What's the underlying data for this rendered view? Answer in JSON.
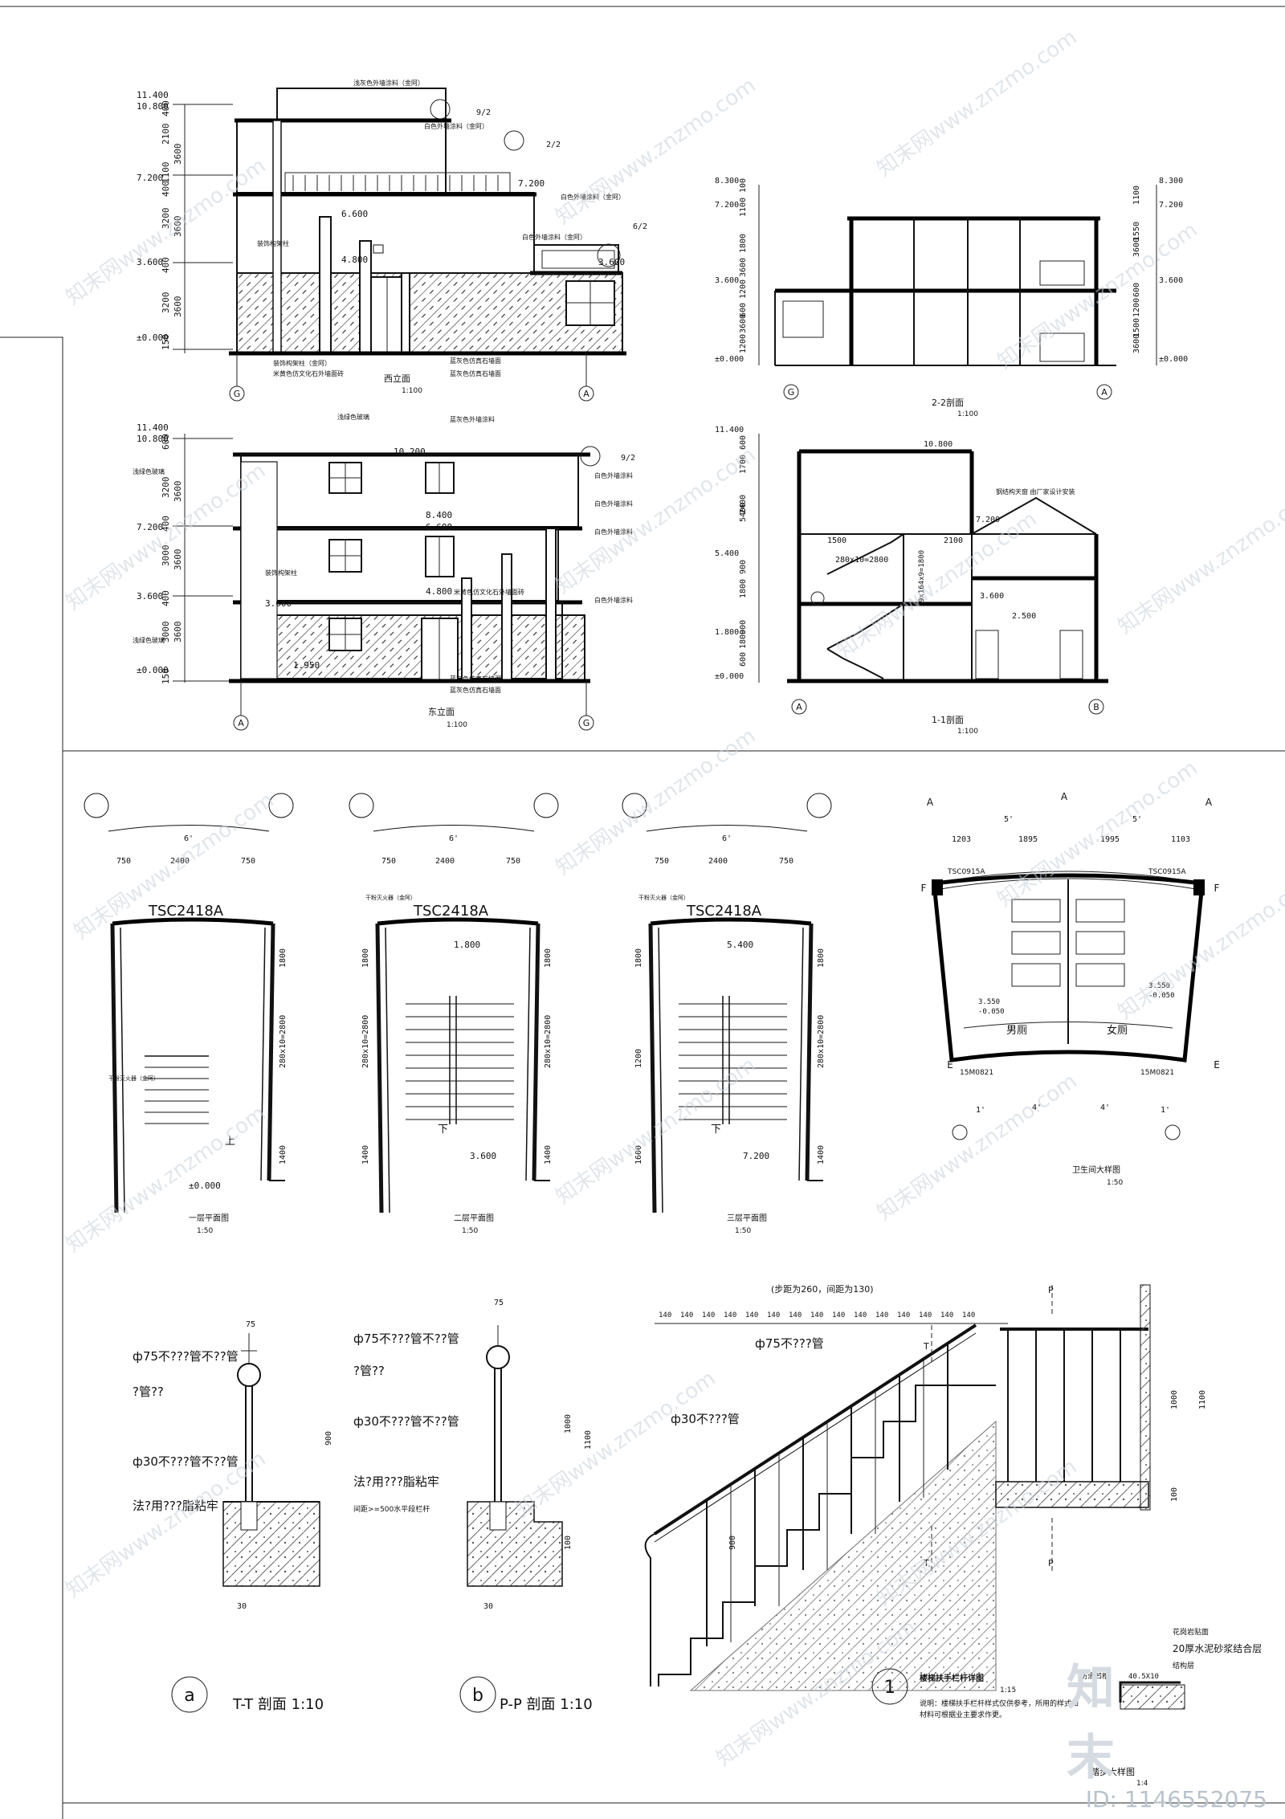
{
  "elevations": {
    "west": {
      "title": "西立面",
      "scale": "1:100",
      "axis_left": "G",
      "axis_right": "A",
      "levels": [
        "11.400",
        "10.800",
        "7.200",
        "3.600",
        "±0.000"
      ],
      "dims": [
        "400",
        "2100",
        "3600",
        "1100",
        "400",
        "3200",
        "3600",
        "400",
        "3200",
        "3600",
        "150"
      ],
      "marks": [
        "6.600",
        "4.800",
        "7.200",
        "3.600"
      ],
      "notes": [
        "浅灰色外墙涂料（金阿）",
        "白色外墙涂料（金阿）",
        "白色外墙涂料（金阿）",
        "装饰构架柱",
        "白色外墙涂料（金阿）",
        "装饰构架柱（金阿）",
        "米黄色仿文化石外墙面砖",
        "蓝灰色仿真石墙面",
        "蓝灰色仿真石墙面"
      ],
      "callouts": [
        "9/2",
        "2/2",
        "6/2"
      ]
    },
    "east": {
      "title": "东立面",
      "scale": "1:100",
      "axis_left": "A",
      "axis_right": "G",
      "levels": [
        "11.400",
        "10.800",
        "7.200",
        "3.600",
        "±0.000"
      ],
      "dims": [
        "600",
        "3200",
        "3600",
        "400",
        "3000",
        "3600",
        "400",
        "3000",
        "3600",
        "150"
      ],
      "marks": [
        "10.200",
        "8.400",
        "6.600",
        "4.800",
        "3.600",
        "1.950"
      ],
      "notes": [
        "浅绿色玻璃",
        "蓝灰色外墙涂料",
        "白色外墙涂料",
        "浅绿色玻璃",
        "白色外墙涂料",
        "白色外墙涂料",
        "装饰构架柱",
        "米黄色仿文化石外墙面砖",
        "白色外墙涂料",
        "浅绿色玻璃",
        "蓝灰色仿真石墙面",
        "蓝灰色仿真石墙面"
      ],
      "callouts": [
        "9/2"
      ]
    }
  },
  "sections": {
    "s22": {
      "title": "2-2剖面",
      "scale": "1:100",
      "axis_left": "G",
      "axis_right": "A",
      "levels": [
        "8.300",
        "7.200",
        "3.600",
        "±0.000"
      ],
      "dims_left": [
        "100",
        "1100",
        "1800",
        "3600",
        "1200",
        "600",
        "3600",
        "1200"
      ],
      "dims_right": [
        "1100",
        "1550",
        "3600",
        "600",
        "1200",
        "1500",
        "3600"
      ]
    },
    "s11": {
      "title": "1-1剖面",
      "scale": "1:100",
      "axis_left": "A",
      "axis_right": "B",
      "levels": [
        "11.400",
        "5.400",
        "1.800",
        "±0.000"
      ],
      "dims_left": [
        "600",
        "1700",
        "2400",
        "5400",
        "900",
        "1800",
        "900",
        "1800",
        "600"
      ],
      "marks": [
        "10.800",
        "7.200",
        "3.600",
        "2.500"
      ],
      "note": "钢结构天窗 由厂家设计安装",
      "stair": [
        "280x10=2800",
        "1500",
        "2100",
        "9x164x9=1800"
      ]
    }
  },
  "stair_plans": [
    {
      "title": "一层平面图",
      "scale": "1:50",
      "window": "TSC2418A",
      "top": [
        "6'",
        "750",
        "2400",
        "750"
      ],
      "level": "±0.000",
      "labels": [
        "上",
        "干粉灭火器（金阿）"
      ],
      "dims": [
        "1800",
        "280x10=2800",
        "1400"
      ]
    },
    {
      "title": "二层平面图",
      "scale": "1:50",
      "window": "TSC2418A",
      "top": [
        "6'",
        "750",
        "2400",
        "750"
      ],
      "level": "1.800",
      "level2": "3.600",
      "labels": [
        "下",
        "干粉灭火器（金阿）"
      ],
      "dims": [
        "1800",
        "280x10=2800",
        "1400",
        "1800",
        "280x10=2800",
        "1400"
      ]
    },
    {
      "title": "三层平面图",
      "scale": "1:50",
      "window": "TSC2418A",
      "top": [
        "6'",
        "750",
        "2400",
        "750"
      ],
      "level": "5.400",
      "level2": "7.200",
      "labels": [
        "下",
        "干粉灭火器（金阿）"
      ],
      "dims": [
        "1800",
        "280x10=2800",
        "1400",
        "1800",
        "1200",
        "1600",
        "1400"
      ]
    }
  ],
  "toilet_plan": {
    "title": "卫生间大样图",
    "scale": "1:50",
    "top": [
      "5'",
      "5'",
      "1203",
      "1895",
      "1995",
      "1103"
    ],
    "windows": [
      "TSC0915A",
      "TSC0915A"
    ],
    "doors": [
      "15M0821",
      "15M0821"
    ],
    "rooms": [
      "男厕",
      "女厕"
    ],
    "levels": [
      "3.550",
      "-0.050",
      "3.550",
      "-0.050"
    ],
    "axes": [
      "A",
      "A",
      "A",
      "F",
      "F",
      "E",
      "E"
    ],
    "bottom": [
      "1'",
      "4'",
      "4'",
      "1'"
    ]
  },
  "details": {
    "tt": {
      "title": "T-T 剖面 1:10",
      "mark": "a",
      "labels": [
        "ф75不???管不??管",
        "?管??",
        "ф30不???管不??管",
        "法?用???脂粘牢"
      ],
      "dims": [
        "75",
        "900",
        "30"
      ]
    },
    "pp": {
      "title": "P-P 剖面 1:10",
      "mark": "b",
      "labels": [
        "ф75不???管不??管",
        "?管??",
        "ф30不???管不??管",
        "法?用???脂粘牢",
        "间距>=500水平段栏杆"
      ],
      "dims": [
        "75",
        "1000",
        "1100",
        "100",
        "30"
      ]
    },
    "rail": {
      "title": "楼梯扶手栏杆详图",
      "scale": "1:15",
      "mark": "1",
      "top": "(步距为260，间距为130)",
      "ticks": [
        "140",
        "140",
        "140",
        "140",
        "140",
        "140",
        "140",
        "140",
        "140",
        "140",
        "140",
        "140",
        "140",
        "140",
        "140"
      ],
      "labels": [
        "ф75不???管",
        "ф30不???管",
        "T",
        "T",
        "P",
        "P"
      ],
      "dims": [
        "900",
        "1000",
        "1100",
        "100"
      ],
      "note": "说明：楼梯扶手栏杆样式仅供参考，所用的样式和材料可根据业主要求作更。"
    },
    "nosing": {
      "title": "踏步大样图",
      "scale": "1:4",
      "labels": [
        "花岗岩贴面",
        "20厚水泥砂浆结合层",
        "结构层",
        "防滑凹槽"
      ],
      "dim": "40.5X10"
    }
  },
  "watermark": "知末网www.znzmo.com",
  "badge": {
    "logo": "知末",
    "id": "ID: 1146552075"
  }
}
